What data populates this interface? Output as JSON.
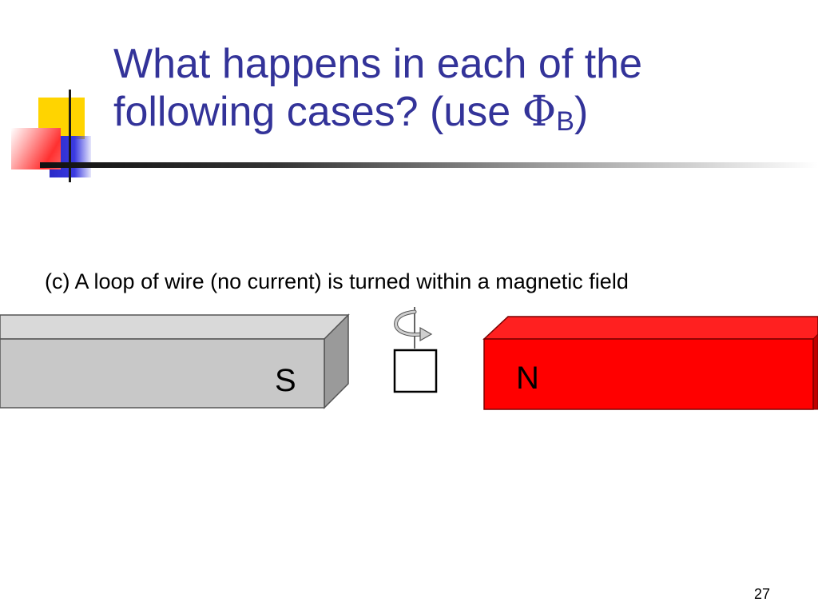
{
  "title": {
    "line1": "What happens in each of the",
    "line2_prefix": "following cases? (use ",
    "phi": "Φ",
    "subscript": "B",
    "line2_suffix": ")"
  },
  "body_text": "(c) A loop of wire (no current) is turned within a magnetic field",
  "diagram": {
    "left_magnet_label": "S",
    "right_magnet_label": "N",
    "left_magnet_color": "#c8c8c8",
    "right_magnet_color": "#ff0000",
    "rotation_arrow_icon": "rotation-arrow-icon"
  },
  "slide_number": "27",
  "colors": {
    "title": "#333399"
  }
}
